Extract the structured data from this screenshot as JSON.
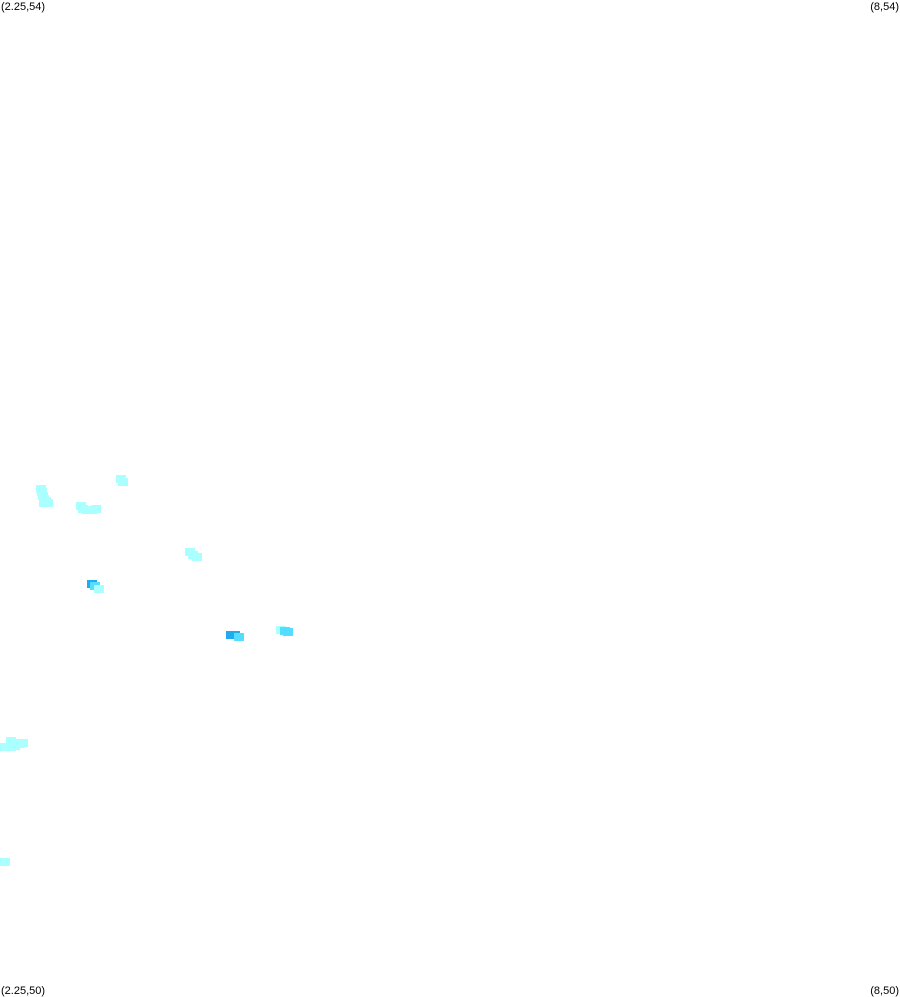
{
  "corners": {
    "top_left": "(2.25,54)",
    "top_right": "(8,54)",
    "bottom_left": "(2.25,50)",
    "bottom_right": "(8,50)"
  },
  "extent": {
    "lon_min": 2.25,
    "lon_max": 8,
    "lat_min": 50,
    "lat_max": 54
  },
  "colors": {
    "background": "#ffffff",
    "light": "#aaffff",
    "mid": "#55ddff",
    "dark": "#22aaee"
  },
  "cells": [
    {
      "lon": 2.51,
      "lat": 52.037,
      "level": "light"
    },
    {
      "lon": 2.517,
      "lat": 52.023,
      "level": "light"
    },
    {
      "lon": 2.523,
      "lat": 52.01,
      "level": "light"
    },
    {
      "lon": 2.53,
      "lat": 51.996,
      "level": "light"
    },
    {
      "lon": 2.543,
      "lat": 51.986,
      "level": "light"
    },
    {
      "lon": 2.53,
      "lat": 51.98,
      "level": "light"
    },
    {
      "lon": 2.555,
      "lat": 51.98,
      "level": "light"
    },
    {
      "lon": 3.025,
      "lat": 52.075,
      "level": "light"
    },
    {
      "lon": 3.038,
      "lat": 52.063,
      "level": "light"
    },
    {
      "lon": 2.77,
      "lat": 51.968,
      "level": "light"
    },
    {
      "lon": 2.783,
      "lat": 51.956,
      "level": "light"
    },
    {
      "lon": 2.808,
      "lat": 51.95,
      "level": "light"
    },
    {
      "lon": 2.84,
      "lat": 51.95,
      "level": "light"
    },
    {
      "lon": 2.865,
      "lat": 51.956,
      "level": "light"
    },
    {
      "lon": 3.465,
      "lat": 51.783,
      "level": "light"
    },
    {
      "lon": 3.485,
      "lat": 51.773,
      "level": "light"
    },
    {
      "lon": 3.51,
      "lat": 51.765,
      "level": "light"
    },
    {
      "lon": 2.84,
      "lat": 51.655,
      "level": "dark"
    },
    {
      "lon": 2.86,
      "lat": 51.645,
      "level": "mid"
    },
    {
      "lon": 2.885,
      "lat": 51.635,
      "level": "light"
    },
    {
      "lon": 3.725,
      "lat": 51.45,
      "level": "dark"
    },
    {
      "lon": 3.75,
      "lat": 51.45,
      "level": "dark"
    },
    {
      "lon": 3.775,
      "lat": 51.443,
      "level": "mid"
    },
    {
      "lon": 4.045,
      "lat": 51.47,
      "level": "light"
    },
    {
      "lon": 4.07,
      "lat": 51.465,
      "level": "mid"
    },
    {
      "lon": 4.09,
      "lat": 51.46,
      "level": "mid"
    },
    {
      "lon": 2.32,
      "lat": 51.025,
      "level": "light"
    },
    {
      "lon": 2.335,
      "lat": 51.018,
      "level": "light"
    },
    {
      "lon": 2.27,
      "lat": 51.0,
      "level": "light"
    },
    {
      "lon": 2.295,
      "lat": 51.0,
      "level": "light"
    },
    {
      "lon": 2.32,
      "lat": 51.0,
      "level": "light"
    },
    {
      "lon": 2.345,
      "lat": 51.005,
      "level": "light"
    },
    {
      "lon": 2.37,
      "lat": 51.012,
      "level": "light"
    },
    {
      "lon": 2.395,
      "lat": 51.018,
      "level": "light"
    },
    {
      "lon": 2.252,
      "lat": 50.54,
      "level": "light"
    }
  ]
}
